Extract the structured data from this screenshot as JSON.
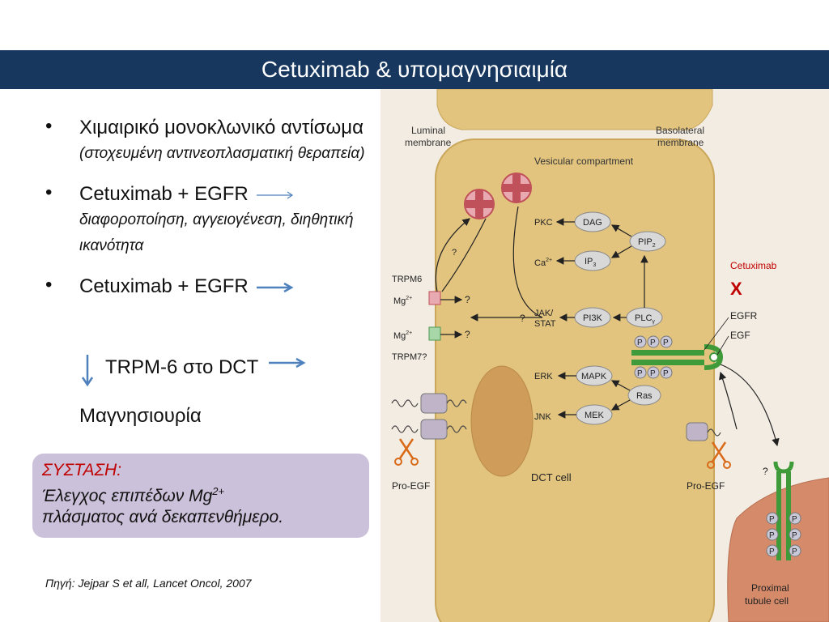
{
  "slide": {
    "title": "Cetuximab & υπομαγνησιαιμία",
    "bullets": [
      {
        "main": "Χιμαιρικό μονοκλωνικό αντίσωμα",
        "italic": "(στοχευμένη αντινεοπλασματική θεραπεία)"
      },
      {
        "main": "Cetuximab + EGFR",
        "italic": "διαφοροποίηση, αγγειογένεση, διηθητική ικανότητα"
      },
      {
        "main": "Cetuximab + EGFR",
        "italic": ""
      }
    ],
    "line4": "TRPM-6 στο DCT",
    "line5": "Μαγνησιουρία",
    "recommendation": {
      "heading": "ΣΥΣΤΑΣΗ:",
      "text_pre": "Έλεγχος επιπέδων Mg",
      "text_sup": "2+",
      "text_post": "πλάσματος ανά δεκαπενθήμερο."
    },
    "source": "Πηγή: Jejpar S et all, Lancet Oncol, 2007"
  },
  "diagram": {
    "luminal": "Luminal membrane",
    "basolateral": "Basolateral membrane",
    "vesicular": "Vesicular compartment",
    "cetuximab": "Cetuximab",
    "x_mark": "X",
    "egfr": "EGFR",
    "egf": "EGF",
    "trpm6": "TRPM6",
    "trpm7": "TRPM7?",
    "mg": "Mg",
    "mg_sup": "2+",
    "q": "?",
    "pkc": "PKC",
    "dag": "DAG",
    "ca": "Ca",
    "ca_sup": "2+",
    "ip3": "IP",
    "ip3_sub": "3",
    "pip2": "PIP",
    "pip2_sub": "2",
    "jak": "JAK/",
    "stat": "STAT",
    "pi3k": "PI3K",
    "plc": "PLC",
    "plc_sub": "γ",
    "erk": "ERK",
    "mapk": "MAPK",
    "ras": "Ras",
    "jnk": "JNK",
    "mek": "MEK",
    "p": "P",
    "proegf": "Pro-EGF",
    "dct": "DCT cell",
    "proximal1": "Proximal",
    "proximal2": "tubule cell",
    "colors": {
      "title_bg": "#17375e",
      "box_bg": "#ccc1da",
      "cell": "#e2c47f",
      "proximal": "#d58a6a",
      "receptor": "#3f9a3a"
    }
  }
}
